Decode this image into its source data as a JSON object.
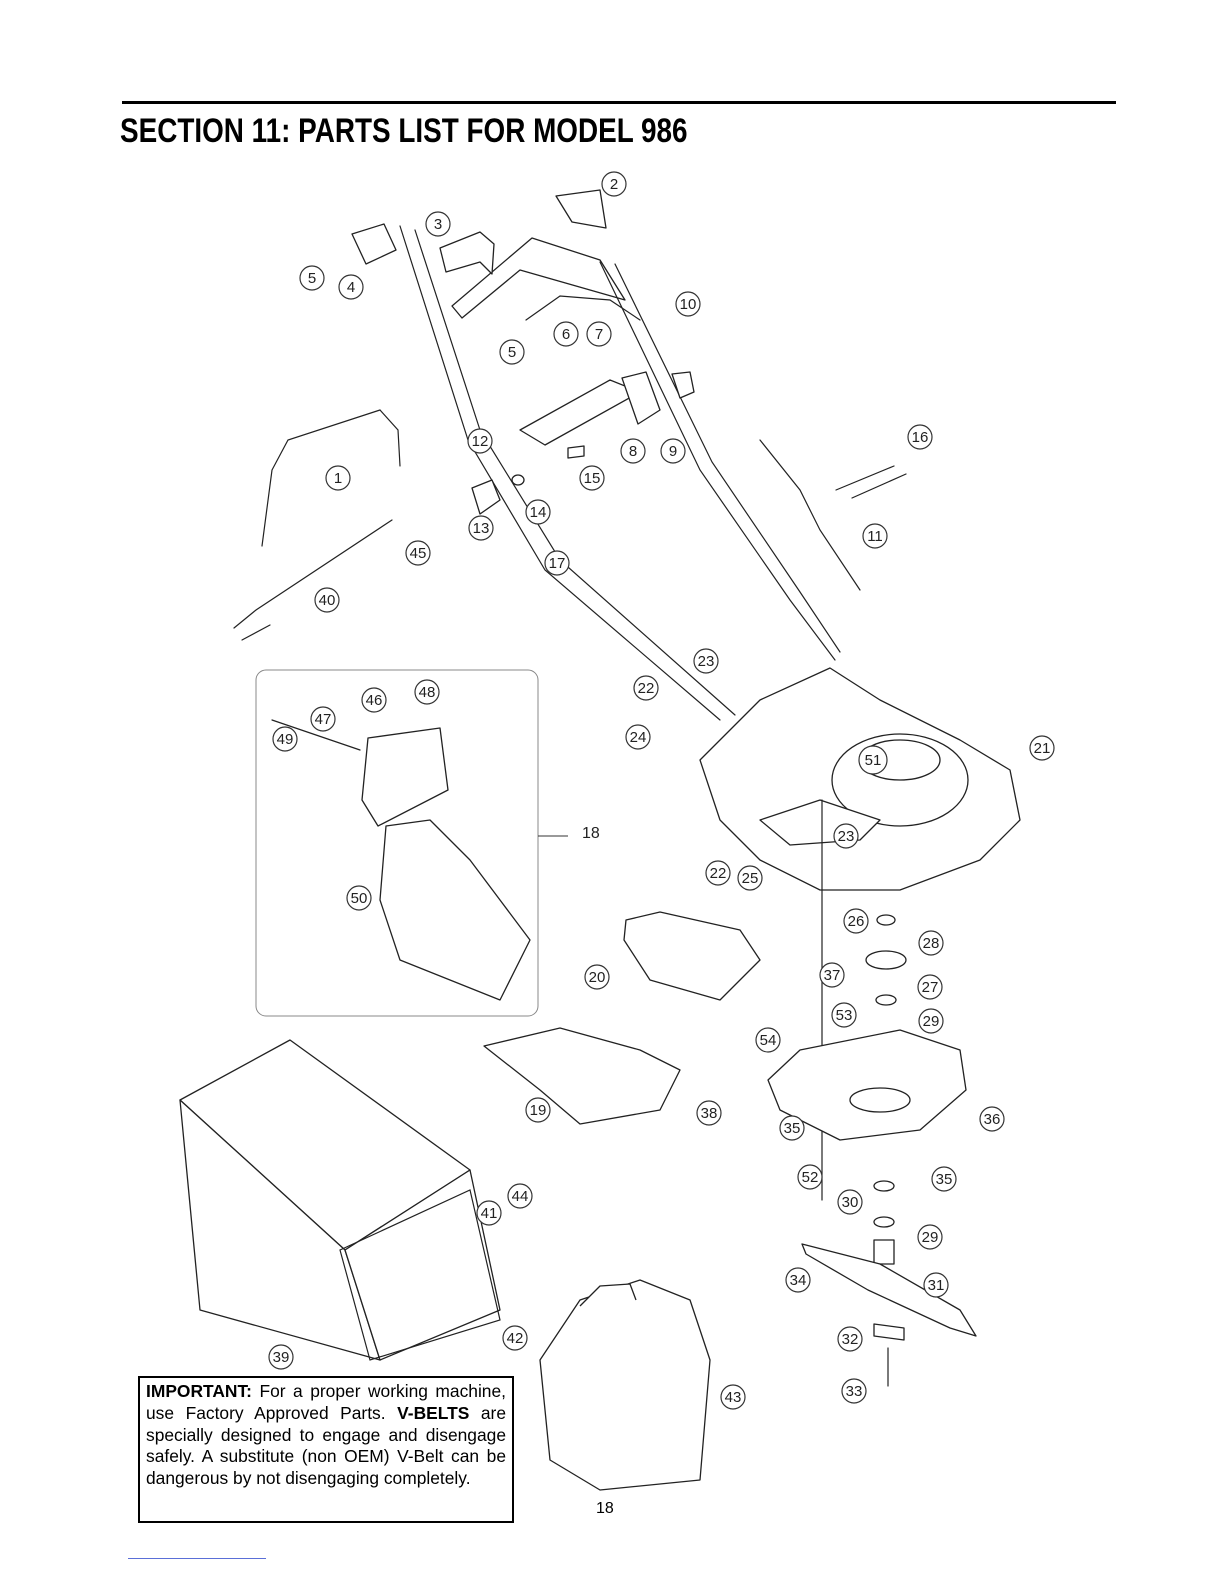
{
  "page": {
    "title": "SECTION 11:  PARTS LIST FOR MODEL 986",
    "page_number": "18"
  },
  "notice": {
    "important_label": "IMPORTANT:",
    "important_text": " For a proper working machine, use Factory Approved Parts.",
    "vbelts_label": "V-BELTS",
    "vbelts_text": " are specially designed to engage and disengage safely. A substitute (non OEM) V-Belt can be dangerous by not disengaging completely."
  },
  "diagram": {
    "assembly_label": "18",
    "callouts": [
      "1",
      "2",
      "3",
      "4",
      "5",
      "5",
      "6",
      "7",
      "8",
      "9",
      "10",
      "11",
      "12",
      "13",
      "14",
      "15",
      "16",
      "17",
      "19",
      "20",
      "21",
      "22",
      "22",
      "23",
      "23",
      "24",
      "25",
      "26",
      "27",
      "28",
      "29",
      "29",
      "30",
      "31",
      "32",
      "33",
      "34",
      "35",
      "35",
      "36",
      "37",
      "38",
      "39",
      "40",
      "41",
      "42",
      "43",
      "44",
      "45",
      "46",
      "47",
      "48",
      "49",
      "50",
      "51",
      "52",
      "53",
      "54"
    ]
  }
}
